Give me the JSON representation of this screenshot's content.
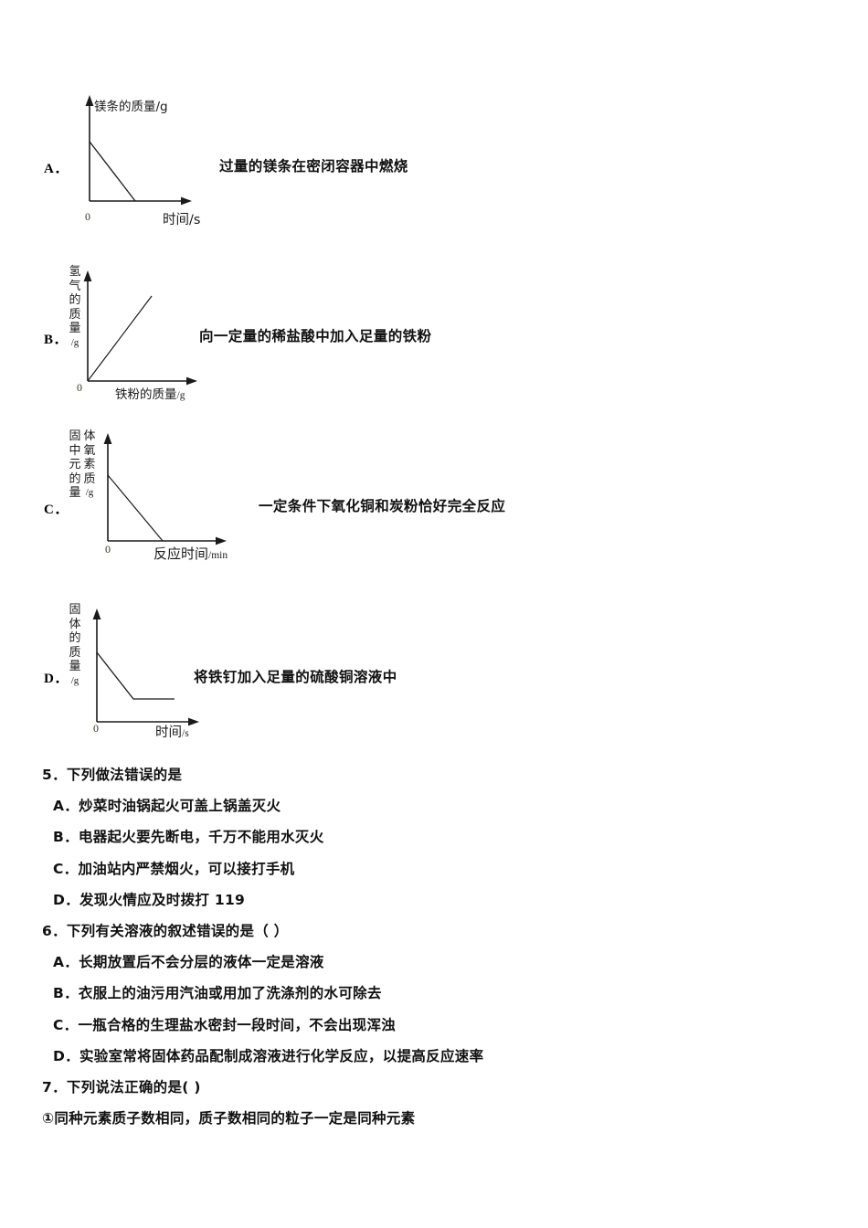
{
  "document": {
    "type": "exam-question-sheet",
    "language": "zh-CN"
  },
  "question4_options": [
    {
      "letter": "A．",
      "description": "过量的镁条在密闭容器中燃烧",
      "chart": {
        "y_axis_label": "镁条的质量/g",
        "y_axis_label_orientation": "horizontal",
        "x_axis_label": "时间/s",
        "origin_label": "0",
        "curve": "decreasing-line-to-zero"
      }
    },
    {
      "letter": "B．",
      "description": "向一定量的稀盐酸中加入足量的铁粉",
      "chart": {
        "y_axis_label_columns": [
          [
            "氢",
            "气",
            "的",
            "质",
            "量",
            "/g"
          ]
        ],
        "y_axis_label_orientation": "vertical",
        "x_axis_label": "铁粉的质量",
        "x_axis_unit": "/g",
        "origin_label": "0",
        "curve": "increasing-line-from-origin"
      }
    },
    {
      "letter": "C．",
      "description": "一定条件下氧化铜和炭粉恰好完全反应",
      "chart": {
        "y_axis_label_columns": [
          [
            "固",
            "中",
            "元",
            "的",
            "量"
          ],
          [
            "体",
            "氧",
            "素",
            "质",
            "/g"
          ]
        ],
        "y_axis_label_orientation": "vertical-two-column",
        "x_axis_label": "反应时间",
        "x_axis_unit": "/min",
        "origin_label": "0",
        "curve": "decreasing-line-to-zero"
      }
    },
    {
      "letter": "D．",
      "description": "将铁钉加入足量的硫酸铜溶液中",
      "chart": {
        "y_axis_label_columns": [
          [
            "固",
            "体",
            "的",
            "质",
            "量",
            "/g"
          ]
        ],
        "y_axis_label_orientation": "vertical",
        "x_axis_label": "时间",
        "x_axis_unit": "/s",
        "origin_label": "0",
        "curve": "decreasing-then-flat"
      }
    }
  ],
  "question5": {
    "stem": "5．下列做法错误的是",
    "options": [
      "A．炒菜时油锅起火可盖上锅盖灭火",
      "B．电器起火要先断电，千万不能用水灭火",
      "C．加油站内严禁烟火，可以接打手机",
      "D．发现火情应及时拨打 119"
    ]
  },
  "question6": {
    "stem": "6．下列有关溶液的叙述错误的是（     ）",
    "options": [
      "A．长期放置后不会分层的液体一定是溶液",
      "B．衣服上的油污用汽油或用加了洗涤剂的水可除去",
      "C．一瓶合格的生理盐水密封一段时间，不会出现浑浊",
      "D．实验室常将固体药品配制成溶液进行化学反应，以提高反应速率"
    ]
  },
  "question7": {
    "stem": "7．下列说法正确的是(   )",
    "items": [
      "①同种元素质子数相同，质子数相同的粒子一定是同种元素"
    ]
  },
  "colors": {
    "text": "#111111",
    "stroke": "#1a1a1a",
    "background": "#ffffff"
  }
}
